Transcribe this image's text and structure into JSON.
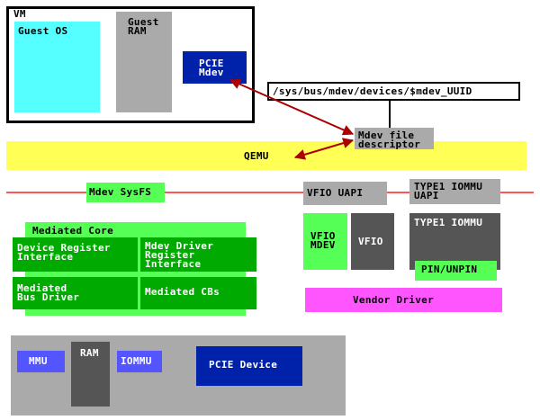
{
  "vm": {
    "title": "VM",
    "guest_os": "Guest OS",
    "guest_ram": "Guest\nRAM",
    "pcie_mdev": "PCIE\nMdev"
  },
  "sys_path": "/sys/bus/mdev/devices/$mdev_UUID",
  "fd_label": "Mdev file\ndescriptor",
  "qemu": "QEMU",
  "kernel": {
    "mdev_sysfs": "Mdev SysFS",
    "vfio_uapi": "VFIO UAPI",
    "type1_uapi": "TYPE1 IOMMU\nUAPI",
    "mediated_core": "Mediated Core",
    "device_register_interface": "Device Register\nInterface",
    "mdev_driver_register_interface": "Mdev Driver\nRegister\nInterface",
    "mediated_bus_driver": "Mediated\nBus Driver",
    "mediated_cbs": "Mediated CBs",
    "vfio_mdev": "VFIO\nMDEV",
    "vfio": "VFIO",
    "type1_iommu": "TYPE1 IOMMU",
    "pin_unpin": "PIN/UNPIN",
    "vendor_driver": "Vendor Driver"
  },
  "hardware": {
    "mmu": "MMU",
    "ram": "RAM",
    "iommu": "IOMMU",
    "pcie_device": "PCIE Device"
  },
  "colors": {
    "cyan": "#55ffff",
    "gray": "#aaaaaa",
    "dark_gray": "#555555",
    "navy": "#0022aa",
    "yellow": "#ffff55",
    "red_line": "#ff5555",
    "green": "#55ff55",
    "dark_green": "#00aa00",
    "magenta": "#ff55ff",
    "blue": "#5555ff",
    "arrow": "#aa0000"
  }
}
